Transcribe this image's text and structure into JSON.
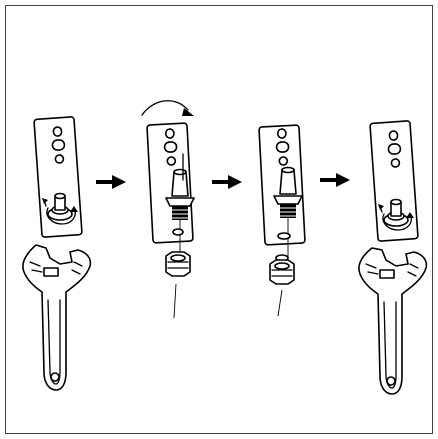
{
  "diagram": {
    "steps": [
      {
        "id": "step-1",
        "icons": [
          "plate-icon",
          "adjustable-wrench-icon",
          "rotation-arrow-icon"
        ]
      },
      {
        "id": "step-2",
        "icons": [
          "plate-icon",
          "bolt-icon",
          "nut-icon",
          "curved-arrow-icon"
        ]
      },
      {
        "id": "step-3",
        "icons": [
          "plate-icon",
          "bolt-icon",
          "nut-icon"
        ]
      },
      {
        "id": "step-4",
        "icons": [
          "plate-icon",
          "adjustable-wrench-icon",
          "rotation-arrow-icon"
        ]
      }
    ],
    "arrows": [
      "right-arrow-icon",
      "right-arrow-icon",
      "right-arrow-icon"
    ],
    "colors": {
      "ink": "#000000",
      "paper": "#ffffff",
      "border": "#444444"
    }
  }
}
